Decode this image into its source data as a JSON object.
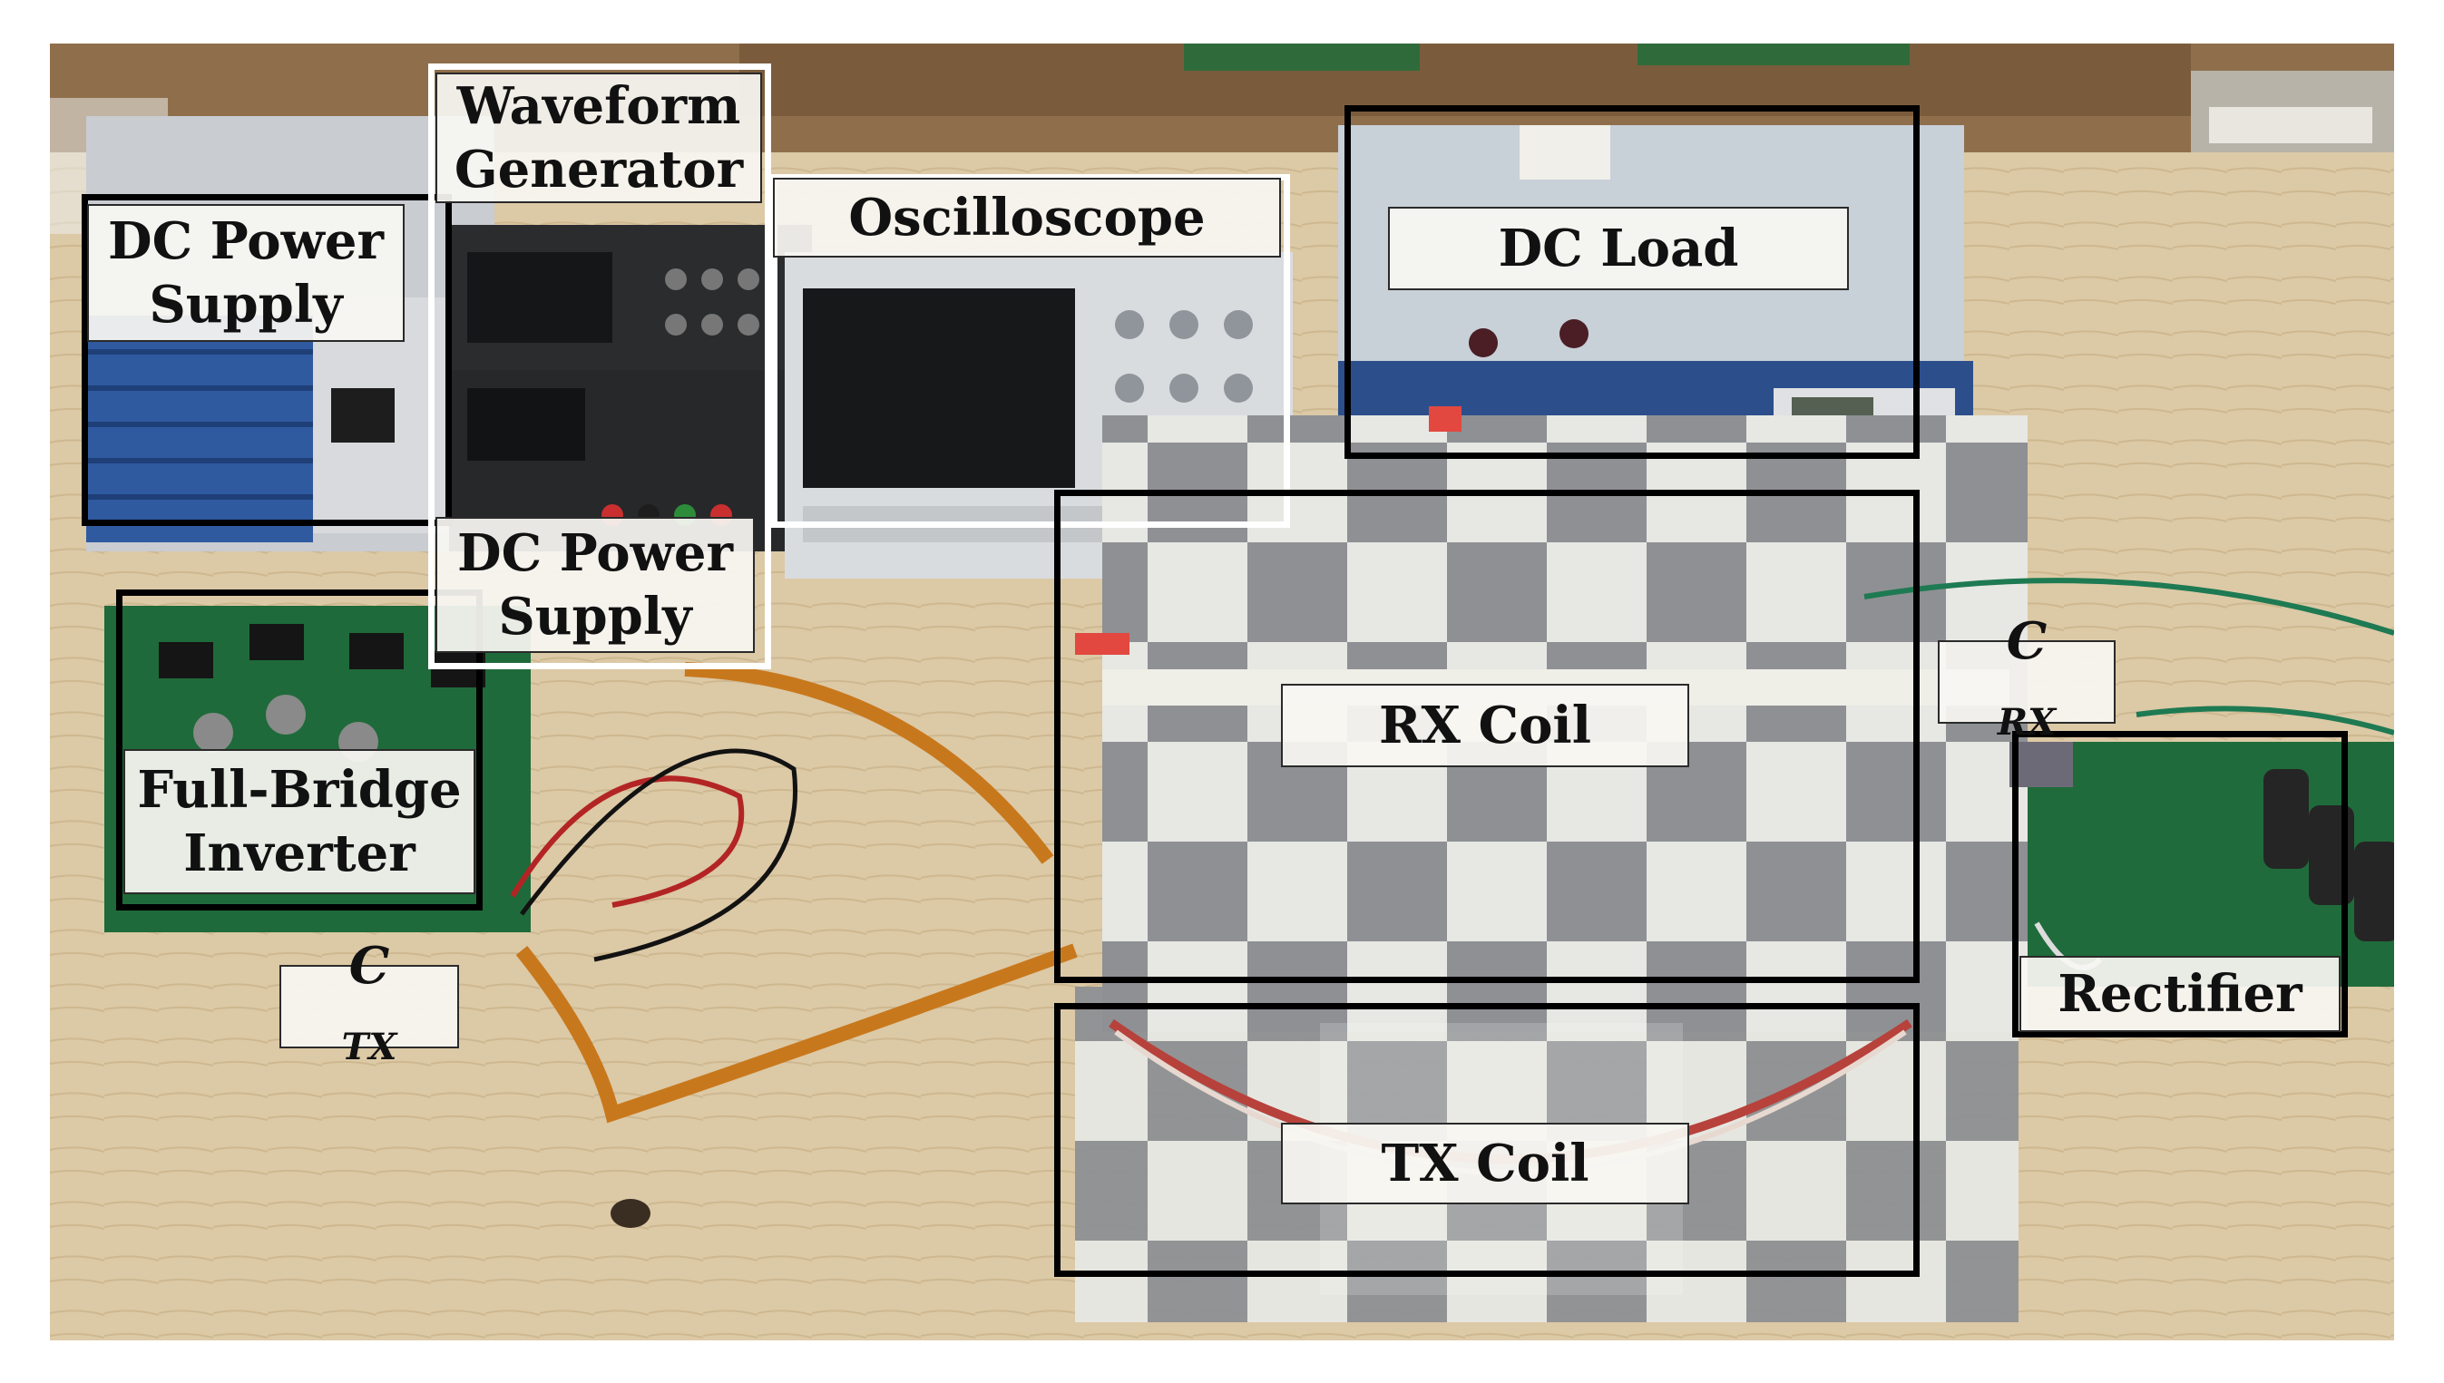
{
  "labels": {
    "waveform_generator": [
      "Waveform",
      "Generator"
    ],
    "dc_power_supply_1": [
      "DC Power",
      "Supply"
    ],
    "oscilloscope": "Oscilloscope",
    "dc_load": "DC Load",
    "dc_power_supply_2": [
      "DC Power",
      "Supply"
    ],
    "full_bridge_inverter": [
      "Full-Bridge",
      "Inverter"
    ],
    "rx_coil": "RX Coil",
    "tx_coil": "TX Coil",
    "rectifier": "Rectifier",
    "c_tx": {
      "base": "C",
      "sub": "TX"
    },
    "c_rx": {
      "base": "C",
      "sub": "RX"
    }
  },
  "colors": {
    "table": "#d9c7a3",
    "shelf": "#9b7a55",
    "mat_dark": "#2c2e31",
    "mat_tape": "#e9e9e6",
    "pcb": "#1f6a3a",
    "cable": "#c8781c",
    "instrument": "#2a2c2f",
    "instrument_blue": "#2c4f8c"
  }
}
